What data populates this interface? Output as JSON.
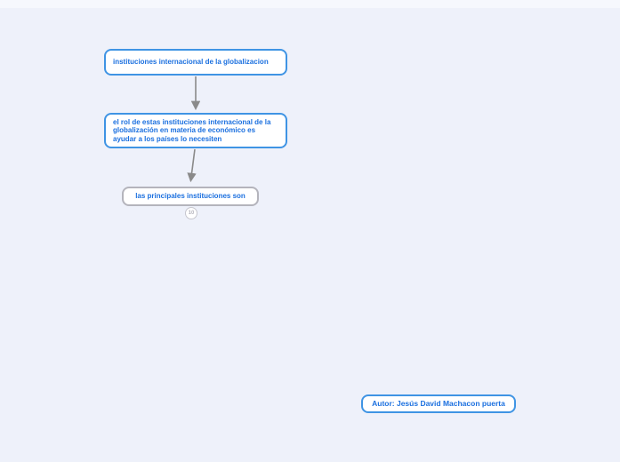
{
  "canvas": {
    "background": "#eef1fa",
    "top_strip": "#f6f8fd"
  },
  "colors": {
    "background": "#eef1fa",
    "top_strip": "#f6f8fd",
    "node_bg": "#ffffff",
    "blue_border": "#3f94e4",
    "gray_border": "#b4b4bc",
    "text_blue": "#1a6fdf",
    "arrow": "#8a8a8a",
    "badge_border": "#c6c6ce",
    "badge_text": "#b6b6be"
  },
  "mindmap": {
    "nodes": [
      {
        "id": "root",
        "label": "instituciones internacional de la globalizacion",
        "style": "blue"
      },
      {
        "id": "role",
        "label": "el rol de estas instituciones internacional de la globalización en materia de económico es ayudar a los países lo necesiten",
        "style": "blue"
      },
      {
        "id": "principales",
        "label": "las principales instituciones son",
        "style": "gray",
        "collapsed_children_count": "10"
      },
      {
        "id": "author",
        "label": "Autor: Jesús David Machacon puerta",
        "style": "blue"
      }
    ]
  }
}
